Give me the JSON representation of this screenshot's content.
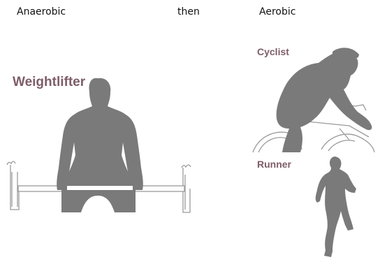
{
  "header": {
    "left": "Anaerobic",
    "middle": "then",
    "right": "Aerobic"
  },
  "labels": {
    "weightlifter": "Weightlifter",
    "cyclist": "Cyclist",
    "runner": "Runner"
  },
  "colors": {
    "silhouette": "#7a7a7a",
    "label": "#7d5d69",
    "outline": "#9a9a9a"
  }
}
